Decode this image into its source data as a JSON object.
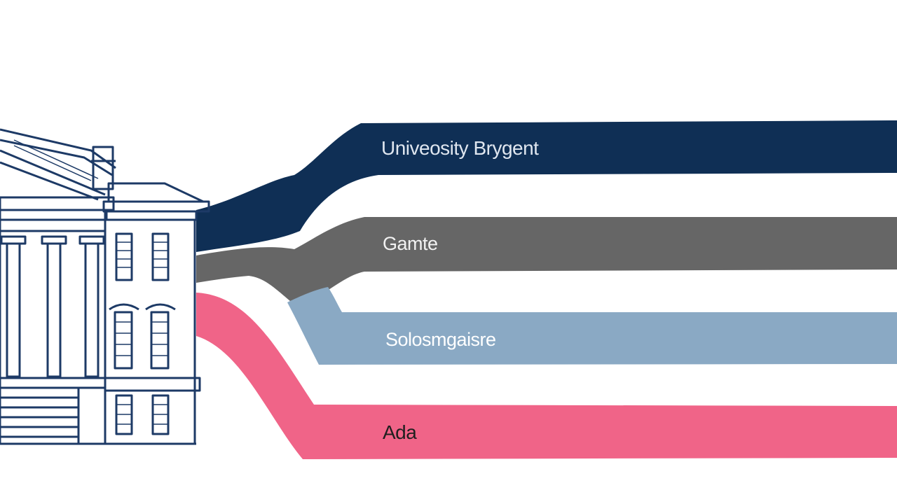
{
  "diagram": {
    "building": {
      "icon": "university-building-icon",
      "stroke_color": "#1d3a66"
    },
    "bands": [
      {
        "label": "Univeosity Brygent",
        "color": "#0f2f55",
        "text_color": "#dfe6ef"
      },
      {
        "label": "Gamte",
        "color": "#666666",
        "text_color": "#f2f2f2"
      },
      {
        "label": "Solosmgaisre",
        "color": "#8aa9c4",
        "text_color": "#ffffff"
      },
      {
        "label": "Ada",
        "color": "#f06488",
        "text_color": "#1f1f1f"
      }
    ]
  }
}
